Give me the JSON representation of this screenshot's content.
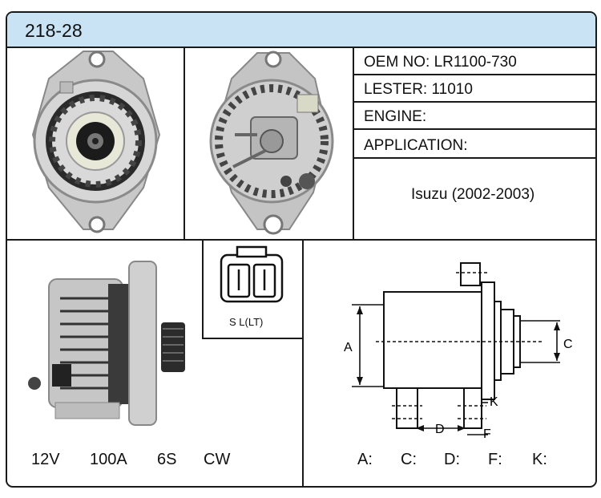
{
  "header": {
    "title": "218-28"
  },
  "info": {
    "oem": "OEM NO: LR1100-730",
    "lester": "LESTER: 11010",
    "engine": "ENGINE:",
    "application": "APPLICATION:",
    "vehicle": "Isuzu (2002-2003)"
  },
  "connector": {
    "label": "S  L(LT)"
  },
  "specs": {
    "voltage": "12V",
    "amperage": "100A",
    "pulley": "6S",
    "rotation": "CW"
  },
  "diagram": {
    "labels": {
      "a": "A",
      "c": "C",
      "d": "D",
      "f": "F",
      "k": "K"
    }
  },
  "dimensions": {
    "a": "A:",
    "c": "C:",
    "d": "D:",
    "f": "F:",
    "k": "K:"
  }
}
